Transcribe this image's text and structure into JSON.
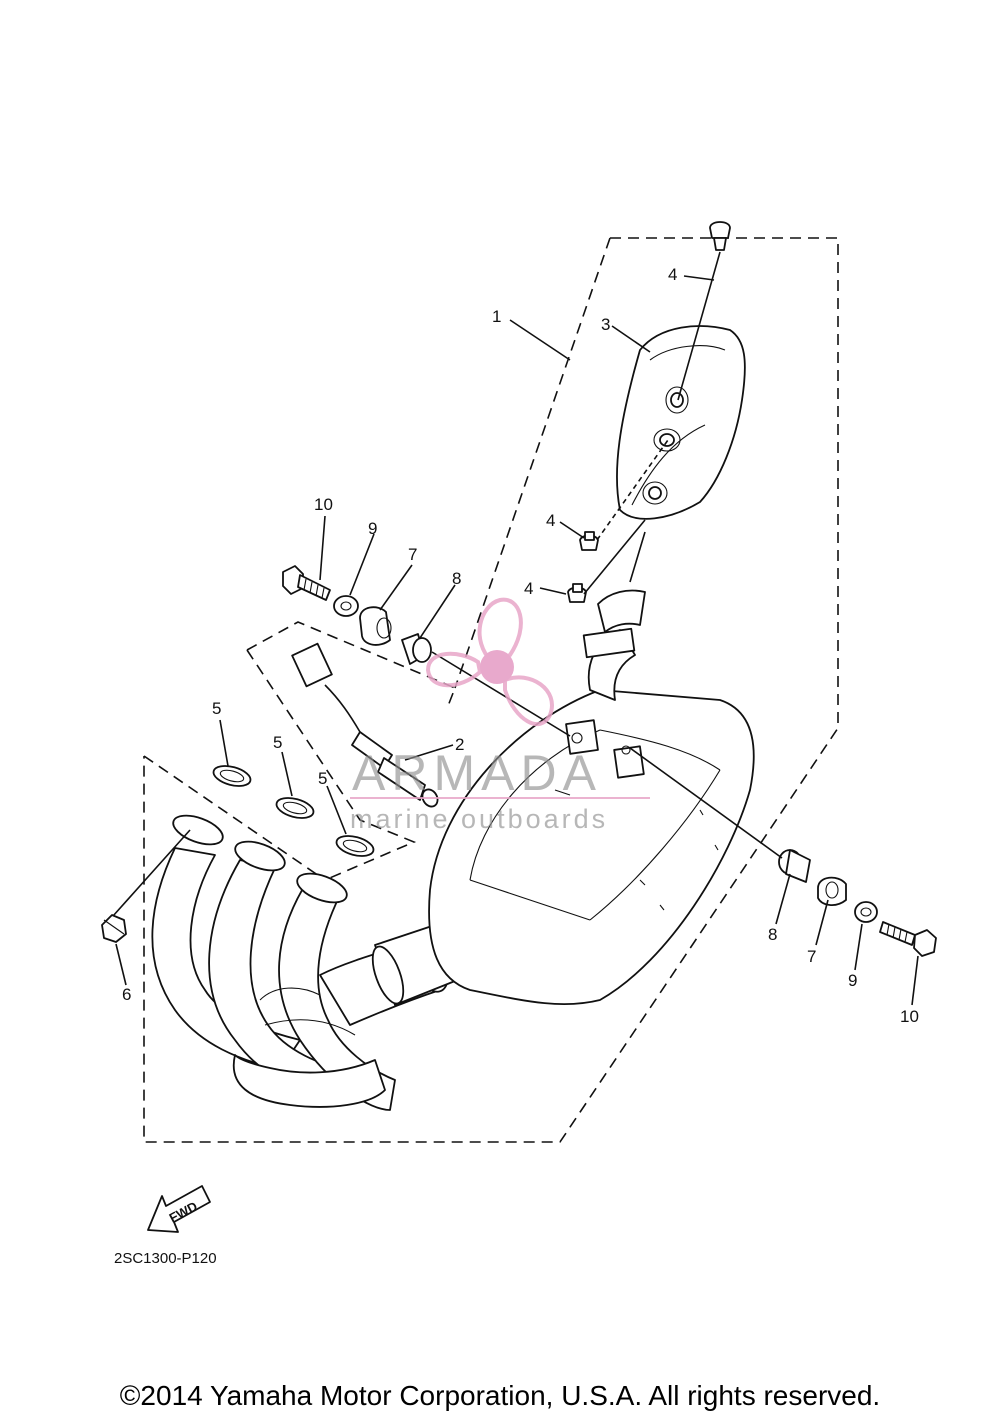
{
  "diagram": {
    "part_code": "2SC1300-P120",
    "fwd_label": "FWD",
    "callouts": {
      "c1": "1",
      "c2": "2",
      "c3": "3",
      "c4a": "4",
      "c4b": "4",
      "c4c": "4",
      "c5a": "5",
      "c5b": "5",
      "c5c": "5",
      "c6": "6",
      "c7a": "7",
      "c7b": "7",
      "c8a": "8",
      "c8b": "8",
      "c9a": "9",
      "c9b": "9",
      "c10a": "10",
      "c10b": "10"
    }
  },
  "watermark": {
    "brand": "ARMADA",
    "tagline": "marine outboards",
    "logo_icon": "propeller-logo-icon",
    "colors": {
      "propeller": "#e8a6c8",
      "propeller_hub": "#e070b0",
      "text": "#8f8f8f"
    }
  },
  "footer": {
    "copyright": "©2014 Yamaha Motor Corporation, U.S.A. All rights reserved."
  }
}
